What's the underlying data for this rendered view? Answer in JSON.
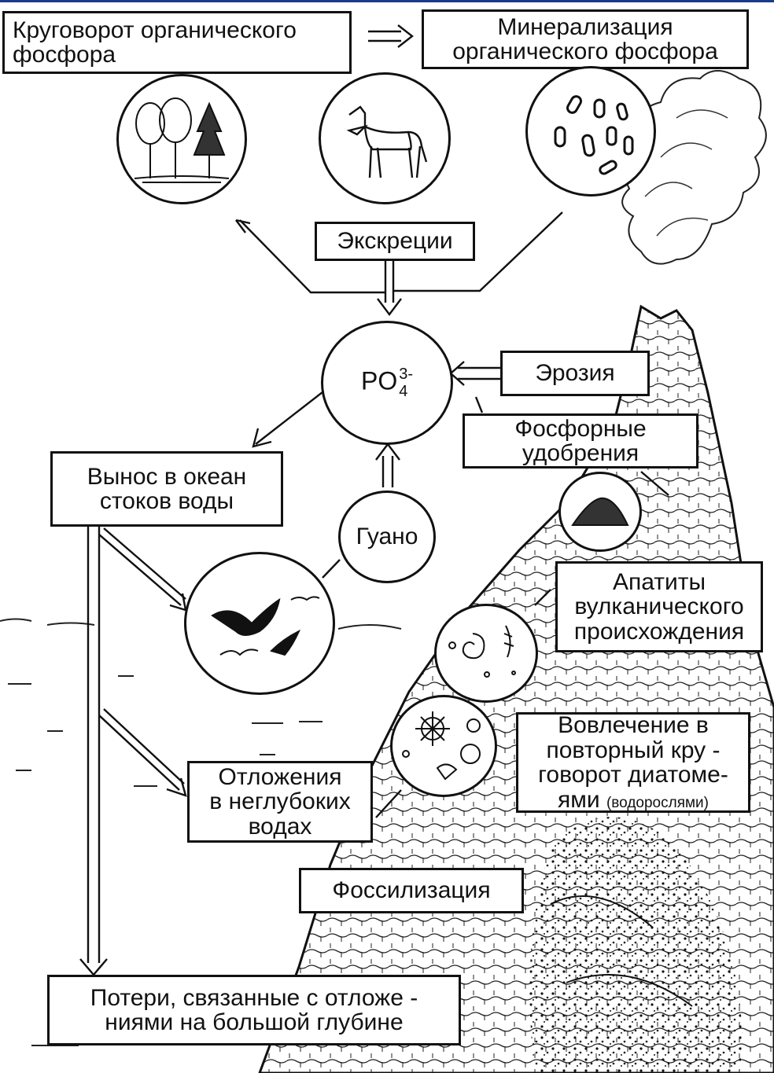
{
  "diagram": {
    "title": {
      "line1": "Круговорот органического",
      "line2": "фосфора"
    },
    "mineralization": {
      "line1": "Минерализация",
      "line2": "органического фосфора"
    },
    "excretion": "Экскреции",
    "phosphate": {
      "base": "PO",
      "sub": "4",
      "sup": "3-"
    },
    "erosion": "Эрозия",
    "fertilizers": {
      "line1": "Фосфорные",
      "line2": "удобрения"
    },
    "runoff": {
      "line1": "Вынос в океан",
      "line2": "стоков воды"
    },
    "guano": "Гуано",
    "apatites": {
      "line1": "Апатиты",
      "line2": "вулканического",
      "line3": "происхождения"
    },
    "diatoms": {
      "line1": "Вовлечение в",
      "line2": "повторный кру -",
      "line3": "говорот диатоме-",
      "line4a": "ями",
      "line4b": "(водорослями)"
    },
    "shallow": {
      "line1": "Отложения",
      "line2": "в неглубоких",
      "line3": "водах"
    },
    "fossilization": "Фоссилизация",
    "losses": {
      "line1": "Потери, связанные  с отложе -",
      "line2": "ниями  на большой глубине"
    }
  }
}
